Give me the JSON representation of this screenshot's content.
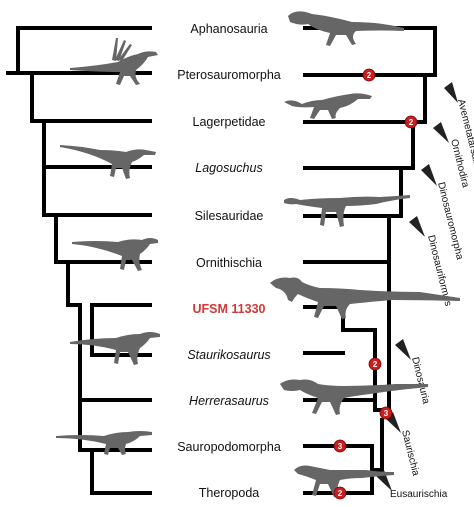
{
  "taxa": {
    "t0": "Aphanosauria",
    "t1": "Pterosauromorpha",
    "t2": "Lagerpetidae",
    "t3": "Lagosuchus",
    "t4": "Silesauridae",
    "t5": "Ornithischia",
    "t6": "UFSM 11330",
    "t7": "Staurikosaurus",
    "t8": "Herrerasaurus",
    "t9": "Sauropodomorpha",
    "t10": "Theropoda"
  },
  "clades": {
    "c0": "Avemetatarsalia",
    "c1": "Ornithodira",
    "c2": "Dinosauromorpha",
    "c3": "Dinosauriformes",
    "c4": "Dinosauria",
    "c5": "Saurischia",
    "c6": "Eusaurischia"
  },
  "badges": {
    "b0": "2",
    "b1": "2",
    "b2": "2",
    "b3": "3",
    "b4": "3",
    "b5": "2"
  },
  "colors": {
    "highlight": "#d23a3a",
    "silhouette": "#666666",
    "badge": "#c81e1e"
  }
}
